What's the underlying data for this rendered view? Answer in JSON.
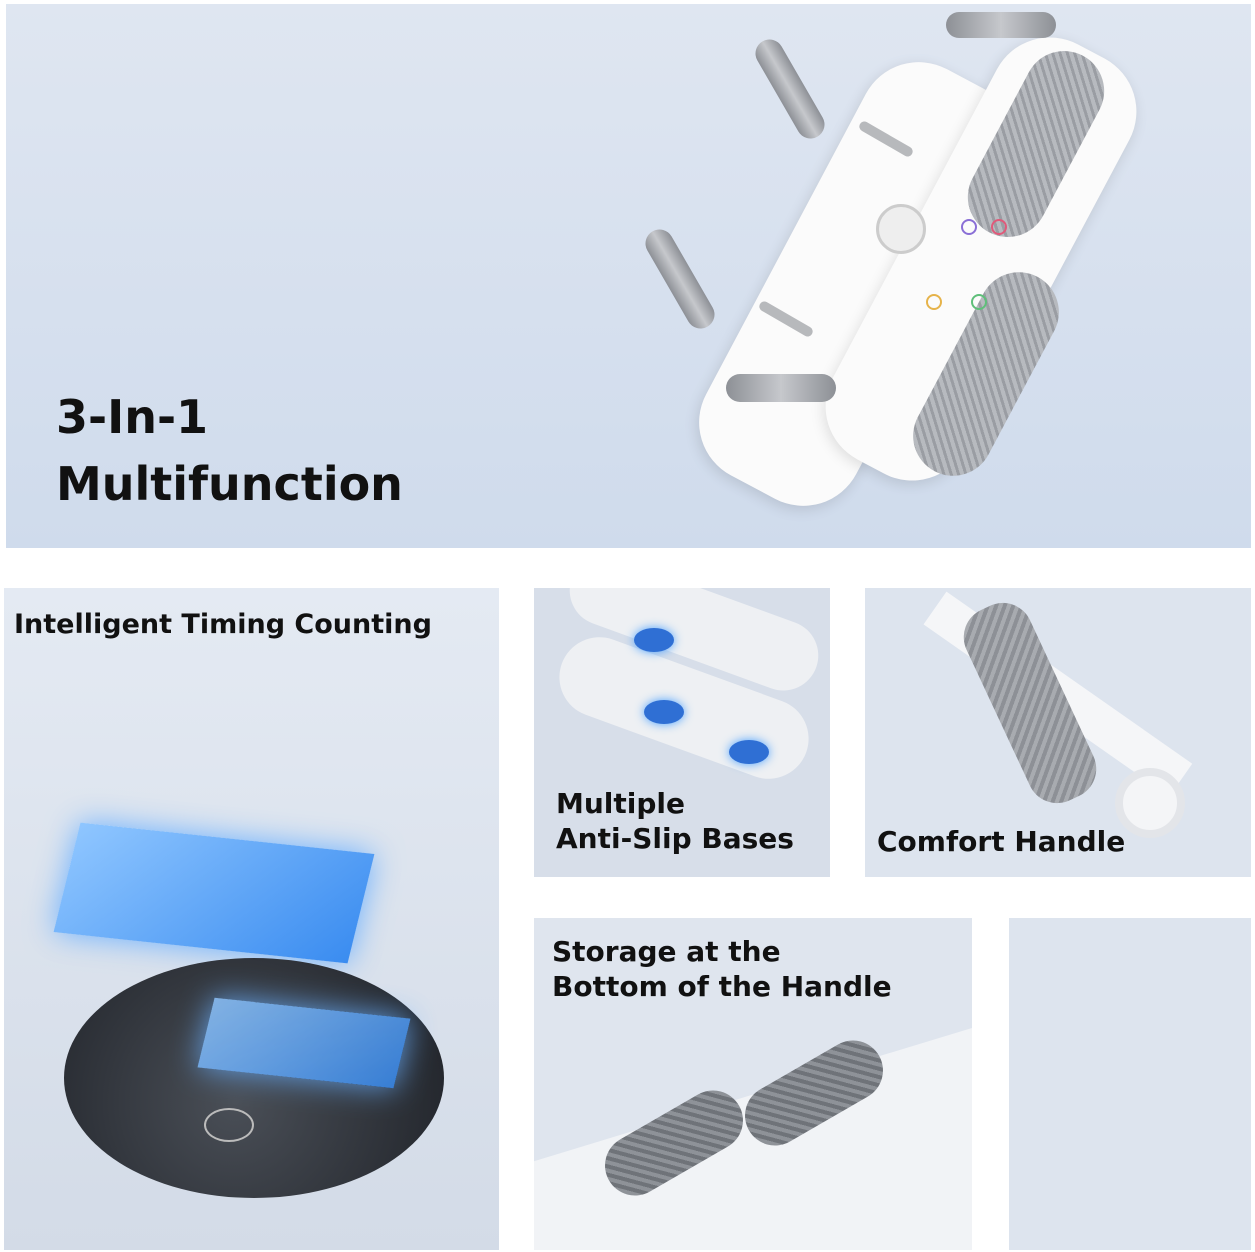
{
  "hero": {
    "title_line1": "3-In-1",
    "title_line2": "Multifunction"
  },
  "features": {
    "timing": {
      "label": "Intelligent Timing Counting"
    },
    "antislip": {
      "label_line1": "Multiple",
      "label_line2": "Anti-Slip Bases"
    },
    "handle": {
      "label": "Comfort Handle"
    },
    "storage": {
      "label_line1": "Storage at the",
      "label_line2": "Bottom of the Handle"
    }
  },
  "colors": {
    "panel_bg": "#dbe3ee",
    "display_blue": "#3a8cf0",
    "text": "#111111"
  }
}
